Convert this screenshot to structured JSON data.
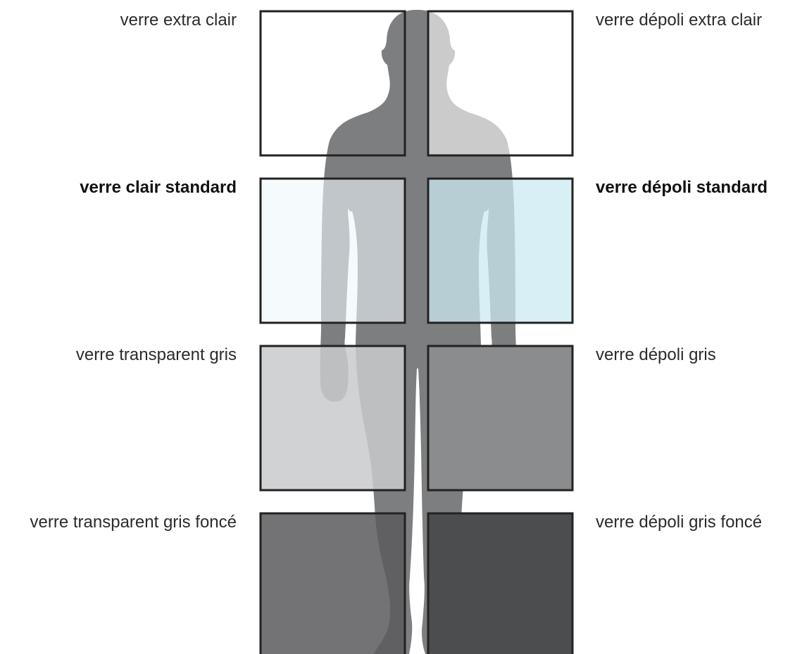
{
  "glass_types": {
    "left": [
      {
        "label": "verre extra clair",
        "bold": false,
        "fill": "#ffffff",
        "opacity": 0
      },
      {
        "label": "verre clair standard",
        "bold": true,
        "fill": "#eef7fb",
        "opacity": 0.6
      },
      {
        "label": "verre transparent gris",
        "bold": false,
        "fill": "#c9cacc",
        "opacity": 0.85
      },
      {
        "label": "verre transparent gris foncé",
        "bold": false,
        "fill": "#5a5b5d",
        "opacity": 0.85
      }
    ],
    "right": [
      {
        "label": "verre dépoli extra clair",
        "bold": false,
        "fill": "#ffffff",
        "opacity": 0.6
      },
      {
        "label": "verre dépoli standard",
        "bold": true,
        "fill": "#cbe9f1",
        "opacity": 0.75
      },
      {
        "label": "verre dépoli gris",
        "bold": false,
        "fill": "#8b8c8e",
        "opacity": 1
      },
      {
        "label": "verre dépoli gris foncé",
        "bold": false,
        "fill": "#4c4d4f",
        "opacity": 1
      }
    ]
  },
  "colors": {
    "silhouette": "#7d7e80",
    "frame_stroke": "#222222",
    "background": "#ffffff"
  }
}
